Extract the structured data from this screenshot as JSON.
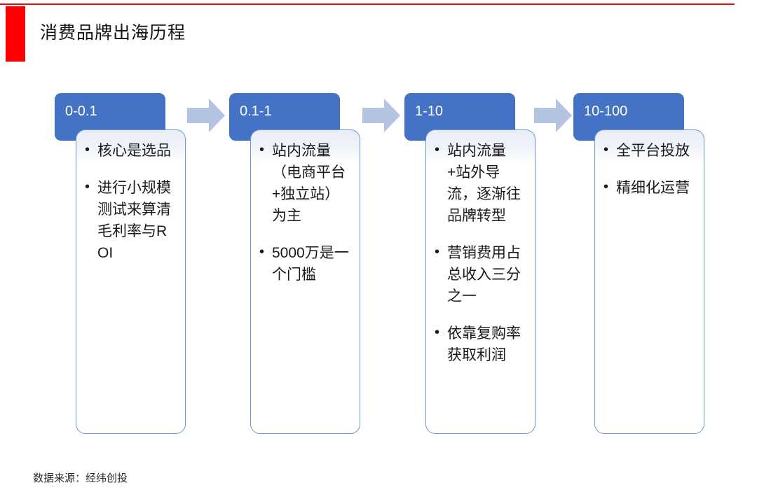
{
  "slide": {
    "title": "消费品牌出海历程",
    "accent_color": "#ff0000",
    "header_color": "#4472c4",
    "arrow_color": "#b4c3e2",
    "card_border_color": "#6a96d8",
    "source_note": "数据来源：经纬创投"
  },
  "stages": [
    {
      "label": "0-0.1",
      "bullets": [
        "核心是选品",
        "进行小规模测试来算清毛利率与ROI"
      ]
    },
    {
      "label": "0.1-1",
      "bullets": [
        "站内流量（电商平台+独立站）为主",
        "5000万是一个门槛"
      ]
    },
    {
      "label": "1-10",
      "bullets": [
        "站内流量+站外导流，逐渐往品牌转型",
        "营销费用占总收入三分之一",
        "依靠复购率获取利润"
      ]
    },
    {
      "label": "10-100",
      "bullets": [
        "全平台投放",
        "精细化运营"
      ]
    }
  ],
  "arrows": [
    {
      "name": "arrow-stage-1-to-2"
    },
    {
      "name": "arrow-stage-2-to-3"
    },
    {
      "name": "arrow-stage-3-to-4"
    }
  ]
}
